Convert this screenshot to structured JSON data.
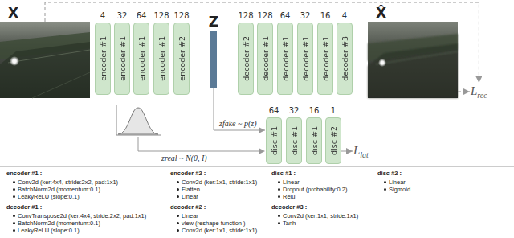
{
  "diagram": {
    "nodes": [
      {
        "text": [
          "X"
        ]
      },
      {
        "text": [
          "4",
          "encoder #1"
        ]
      },
      {
        "text": [
          "32",
          "encoder #1"
        ]
      },
      {
        "text": [
          "64",
          "encoder #1"
        ]
      },
      {
        "text": [
          "128",
          "encoder #1"
        ]
      },
      {
        "text": [
          "128",
          "encoder #2"
        ]
      },
      {
        "text": [
          "Z"
        ]
      },
      {
        "text": [
          "128",
          "decoder #2"
        ]
      },
      {
        "text": [
          "128",
          "decoder #1"
        ]
      },
      {
        "text": [
          "64",
          "decoder #1"
        ]
      },
      {
        "text": [
          "32",
          "decoder #1"
        ]
      },
      {
        "text": [
          "16",
          "decoder #1"
        ]
      },
      {
        "text": [
          "4",
          "decoder #3"
        ]
      },
      {
        "text": [
          "X̂"
        ]
      },
      {
        "text": [
          "L",
          "rec"
        ]
      },
      {
        "text": [
          "64",
          "disc #1"
        ]
      },
      {
        "text": [
          "32",
          "disc #1"
        ]
      },
      {
        "text": [
          "16",
          "disc #1"
        ]
      },
      {
        "text": [
          "1",
          "disc #2"
        ]
      },
      {
        "text": [
          "L",
          "lat"
        ]
      }
    ],
    "edges": [
      {
        "from": 0,
        "to": 14,
        "arrow": "to"
      },
      {
        "from": 13,
        "to": 14,
        "arrow": "to"
      },
      {
        "from": 6,
        "to": 15,
        "label": "zfake ~ p(z)",
        "arrow": "to"
      },
      {
        "from": 18,
        "to": 19,
        "arrow": "to"
      }
    ],
    "labels": [
      "zreal ~ N(0, I)",
      "encoder #1 :",
      "Conv2d (ker:4x4, stride:2x2, pad:1x1)",
      "BatchNorm2d (momentum:0.1)",
      "LeakyReLU (slope:0.1)",
      "decoder #1 :",
      "ConvTranspose2d (ker:4x4, stride:2x2, pad:1x1)",
      "BatchNorm2d (momentum:0.1)",
      "LeakyReLU (slope:0.1)",
      "encoder #2 :",
      "Conv2d (ker:1x1, stride:1x1)",
      "Flatten",
      "Linear",
      "decoder #2 :",
      "Linear",
      "view (reshape function )",
      "Conv2d (ker:1x1, stride:1x1)",
      "disc #1 :",
      "Linear",
      "Dropout (probability:0.2)",
      "Relu",
      "decoder #3 :",
      "Conv2d (ker:1x1, stride:1x1)",
      "Tanh",
      "disc #2 :",
      "Linear",
      "Sigmoid"
    ]
  }
}
